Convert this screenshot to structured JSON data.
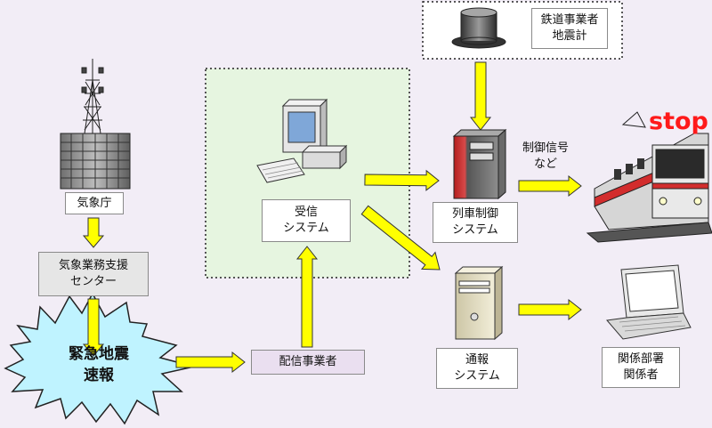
{
  "nodes": {
    "jma": "気象庁",
    "support_center": [
      "気象業務支援",
      "センター"
    ],
    "eew": [
      "緊急地震",
      "速報"
    ],
    "distributor": "配信事業者",
    "receiver": [
      "受信",
      "システム"
    ],
    "rail_seismometer": [
      "鉄道事業者",
      "地震計"
    ],
    "train_control": [
      "列車制御",
      "システム"
    ],
    "notification": [
      "通報",
      "システム"
    ],
    "staff": [
      "関係部署",
      "関係者"
    ]
  },
  "edge_labels": {
    "control_signal": [
      "制御信号",
      "など"
    ]
  },
  "stop_label": "stop",
  "colors": {
    "arrow": "#ffff00",
    "receiver_area": "#e6f5e0",
    "burst": "#bff3ff",
    "stop": "#ff1a1a"
  }
}
